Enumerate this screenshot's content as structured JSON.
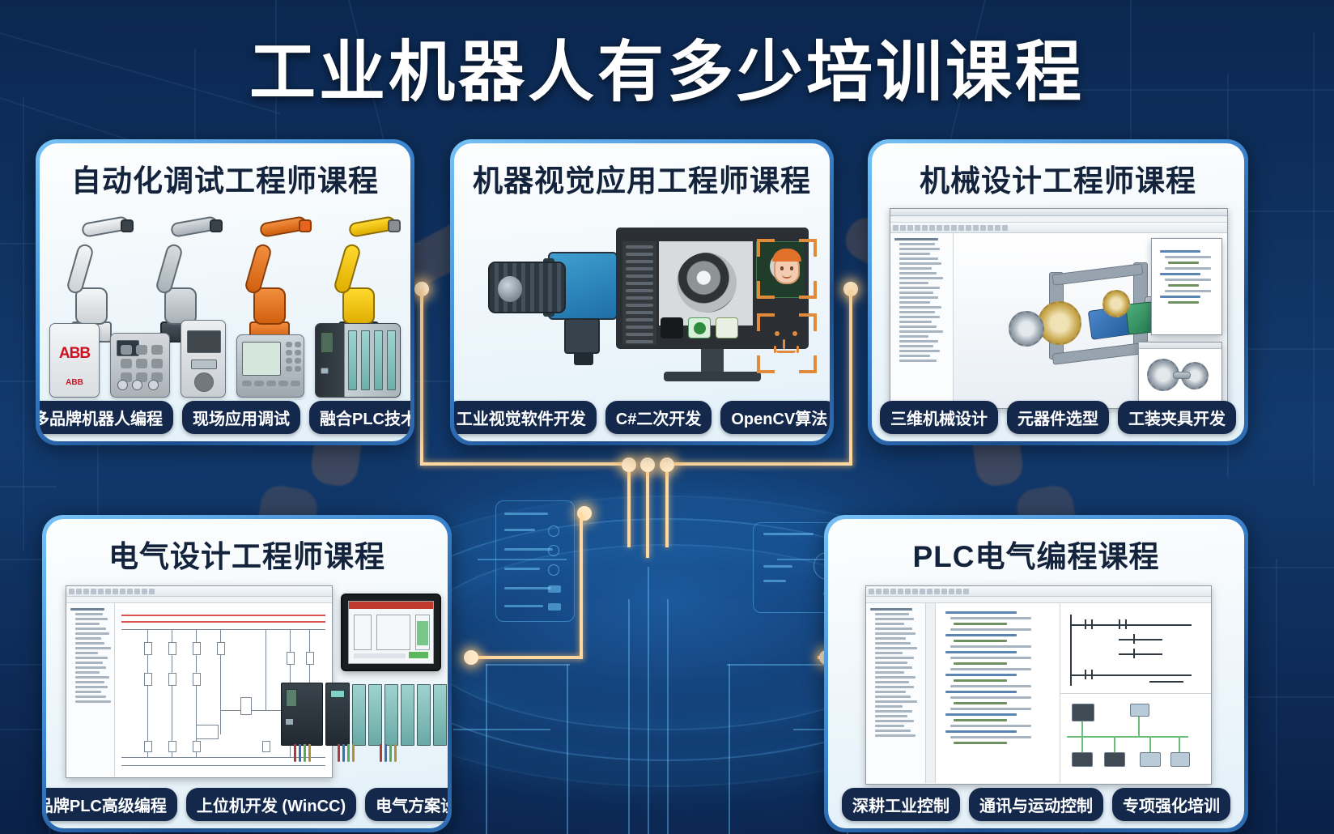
{
  "page": {
    "title": "工业机器人有多少培训课程",
    "accent_orange": "#ffd9a0",
    "accent_blue": "#5aa8e8",
    "bg_navy": "#0c2a52",
    "tag_navy": "#13284b"
  },
  "cards": [
    {
      "id": "automation-debug",
      "title": "自动化调试工程师课程",
      "tags": [
        "多品牌机器人编程",
        "现场应用调试",
        "融合PLC技术"
      ],
      "art": {
        "robot_colors": [
          "#e8eaec",
          "#c9ced3",
          "#e8631c",
          "#f2c200"
        ],
        "controller_logo": "ABB",
        "controller_logo_sub": "ABB"
      }
    },
    {
      "id": "machine-vision",
      "title": "机器视觉应用工程师课程",
      "tags": [
        "工业视觉软件开发",
        "C#二次开发",
        "OpenCV算法"
      ],
      "art": {
        "camera_color": "#2f8fc4",
        "bracket_color": "#e08a3c"
      }
    },
    {
      "id": "mechanical-design",
      "title": "机械设计工程师课程",
      "tags": [
        "三维机械设计",
        "元器件选型",
        "工装夹具开发"
      ],
      "art": {
        "cad_app": "SolidWorks"
      }
    },
    {
      "id": "electrical-design",
      "title": "电气设计工程师课程",
      "tags": [
        "多品牌PLC高级编程",
        "上位机开发 (WinCC)",
        "电气方案设计"
      ],
      "art": {
        "schematic": true,
        "hmi": true,
        "plc_rack": true
      }
    },
    {
      "id": "plc-programming",
      "title": "PLC电气编程课程",
      "tags": [
        "深耕工业控制",
        "通讯与运动控制",
        "专项强化培训"
      ],
      "art": {
        "ladder": true,
        "network": true,
        "code_editor": true
      }
    }
  ]
}
